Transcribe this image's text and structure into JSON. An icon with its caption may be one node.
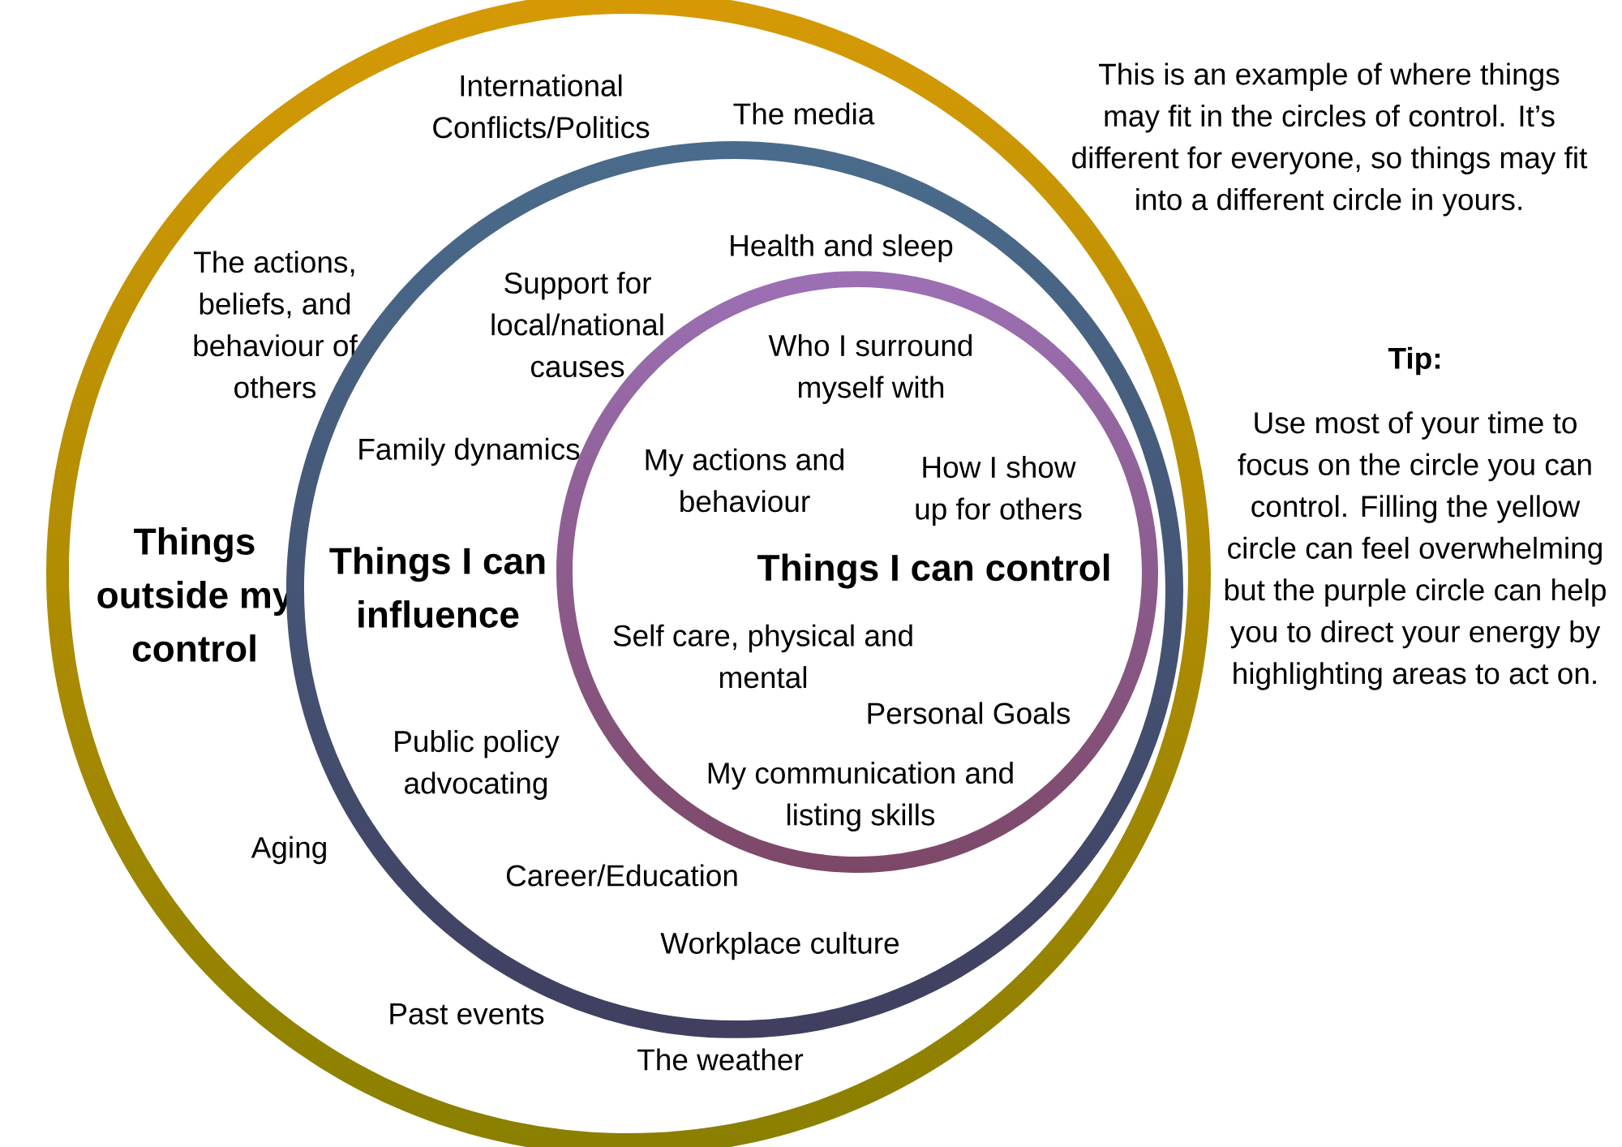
{
  "diagram": {
    "nodes": [
      {
        "text": [
          "International Conflicts/Politics",
          "The media",
          "The actions, beliefs, and behaviour of others",
          "Things outside my control",
          "Aging",
          "Past events",
          "The weather"
        ]
      },
      {
        "text": [
          "Health and sleep",
          "Support for local/national causes",
          "Family dynamics",
          "Things I can influence",
          "Public policy advocating",
          "Career/Education",
          "Workplace culture"
        ],
        "in": 0
      },
      {
        "text": [
          "Who I surround myself with",
          "My actions and behaviour",
          "How I show up for others",
          "Things I can control",
          "Self care, physical and mental",
          "Personal Goals",
          "My communication and listing skills"
        ],
        "in": 1
      }
    ],
    "labels": [
      "This is an example of where things may fit in the circles of control. It’s different for everyone, so things may fit into a different circle in yours.",
      "Tip:",
      "Use most of your time to focus on the circle you can control. Filling the yellow circle can feel overwhelming but the purple circle can help you to direct your energy by highlighting areas to act on."
    ]
  }
}
